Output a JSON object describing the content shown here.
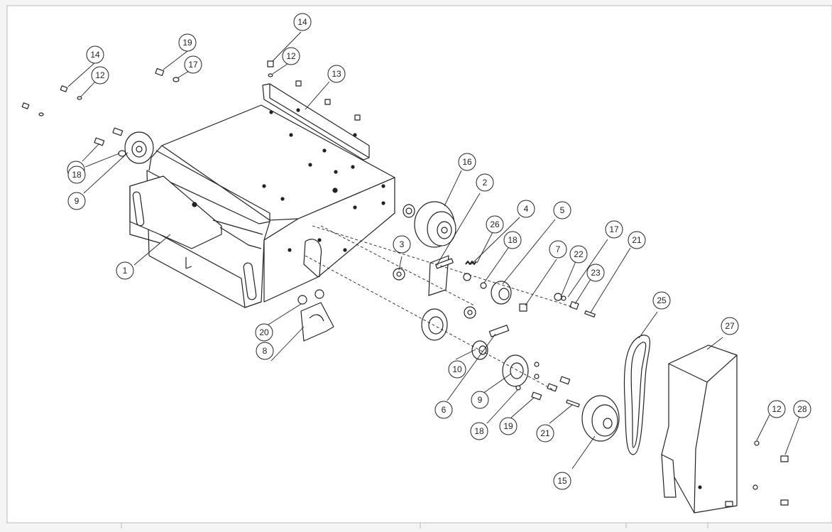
{
  "drawing": {
    "balloons": [
      {
        "label": "14"
      },
      {
        "label": "12"
      },
      {
        "label": "19"
      },
      {
        "label": "17"
      },
      {
        "label": "14"
      },
      {
        "label": "12"
      },
      {
        "label": "13"
      },
      {
        "label": "19"
      },
      {
        "label": "18"
      },
      {
        "label": "9"
      },
      {
        "label": "1"
      },
      {
        "label": "16"
      },
      {
        "label": "2"
      },
      {
        "label": "4"
      },
      {
        "label": "5"
      },
      {
        "label": "26"
      },
      {
        "label": "18"
      },
      {
        "label": "17"
      },
      {
        "label": "21"
      },
      {
        "label": "3"
      },
      {
        "label": "7"
      },
      {
        "label": "22"
      },
      {
        "label": "23"
      },
      {
        "label": "25"
      },
      {
        "label": "27"
      },
      {
        "label": "20"
      },
      {
        "label": "8"
      },
      {
        "label": "10"
      },
      {
        "label": "6"
      },
      {
        "label": "9"
      },
      {
        "label": "18"
      },
      {
        "label": "19"
      },
      {
        "label": "21"
      },
      {
        "label": "15"
      },
      {
        "label": "12"
      },
      {
        "label": "28"
      }
    ]
  }
}
